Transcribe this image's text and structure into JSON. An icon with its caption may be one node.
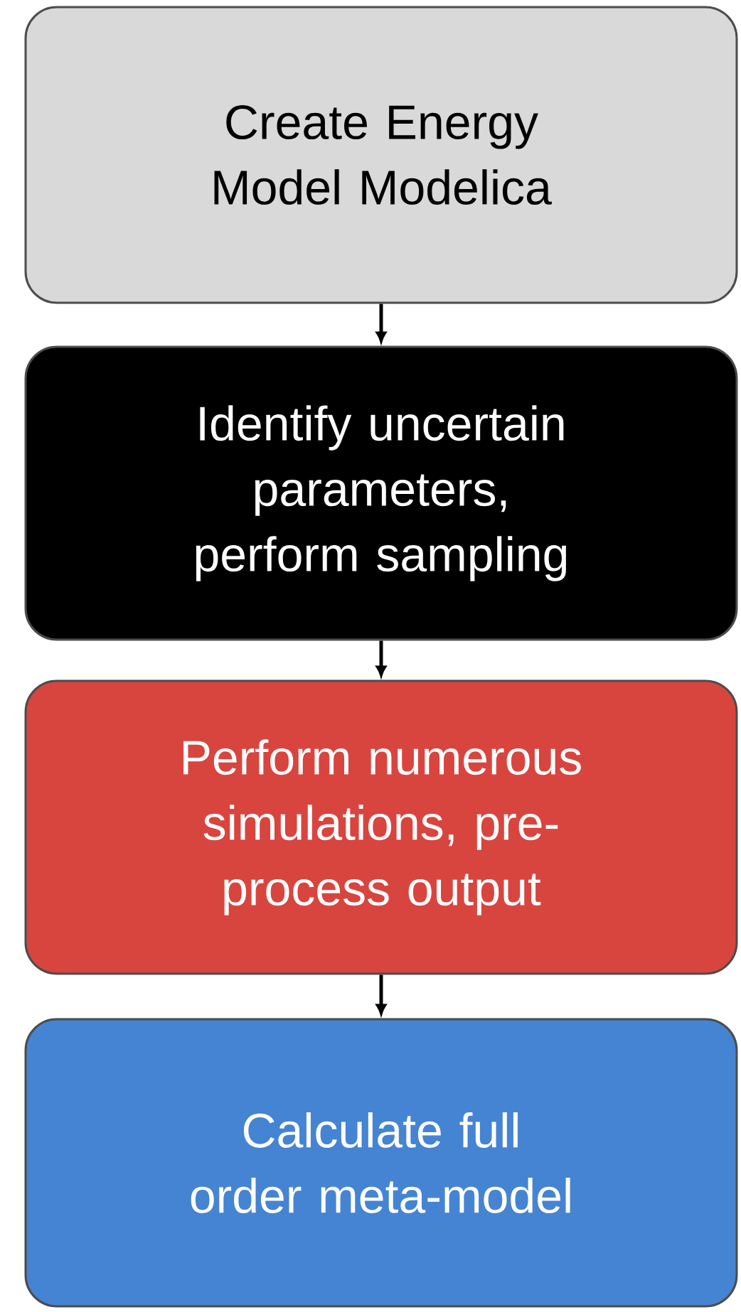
{
  "diagram": {
    "nodes": [
      {
        "text": [
          "Create Energy Model Modelica"
        ]
      },
      {
        "text": [
          "Identify uncertain parameters, perform sampling"
        ]
      },
      {
        "text": [
          "Perform numerous simulations, pre-process output"
        ]
      },
      {
        "text": [
          "Calculate full order meta-model"
        ]
      }
    ],
    "edges": [
      {
        "from": 0,
        "to": 1,
        "arrow": "to"
      },
      {
        "from": 1,
        "to": 2,
        "arrow": "to"
      },
      {
        "from": 2,
        "to": 3,
        "arrow": "to"
      }
    ]
  }
}
